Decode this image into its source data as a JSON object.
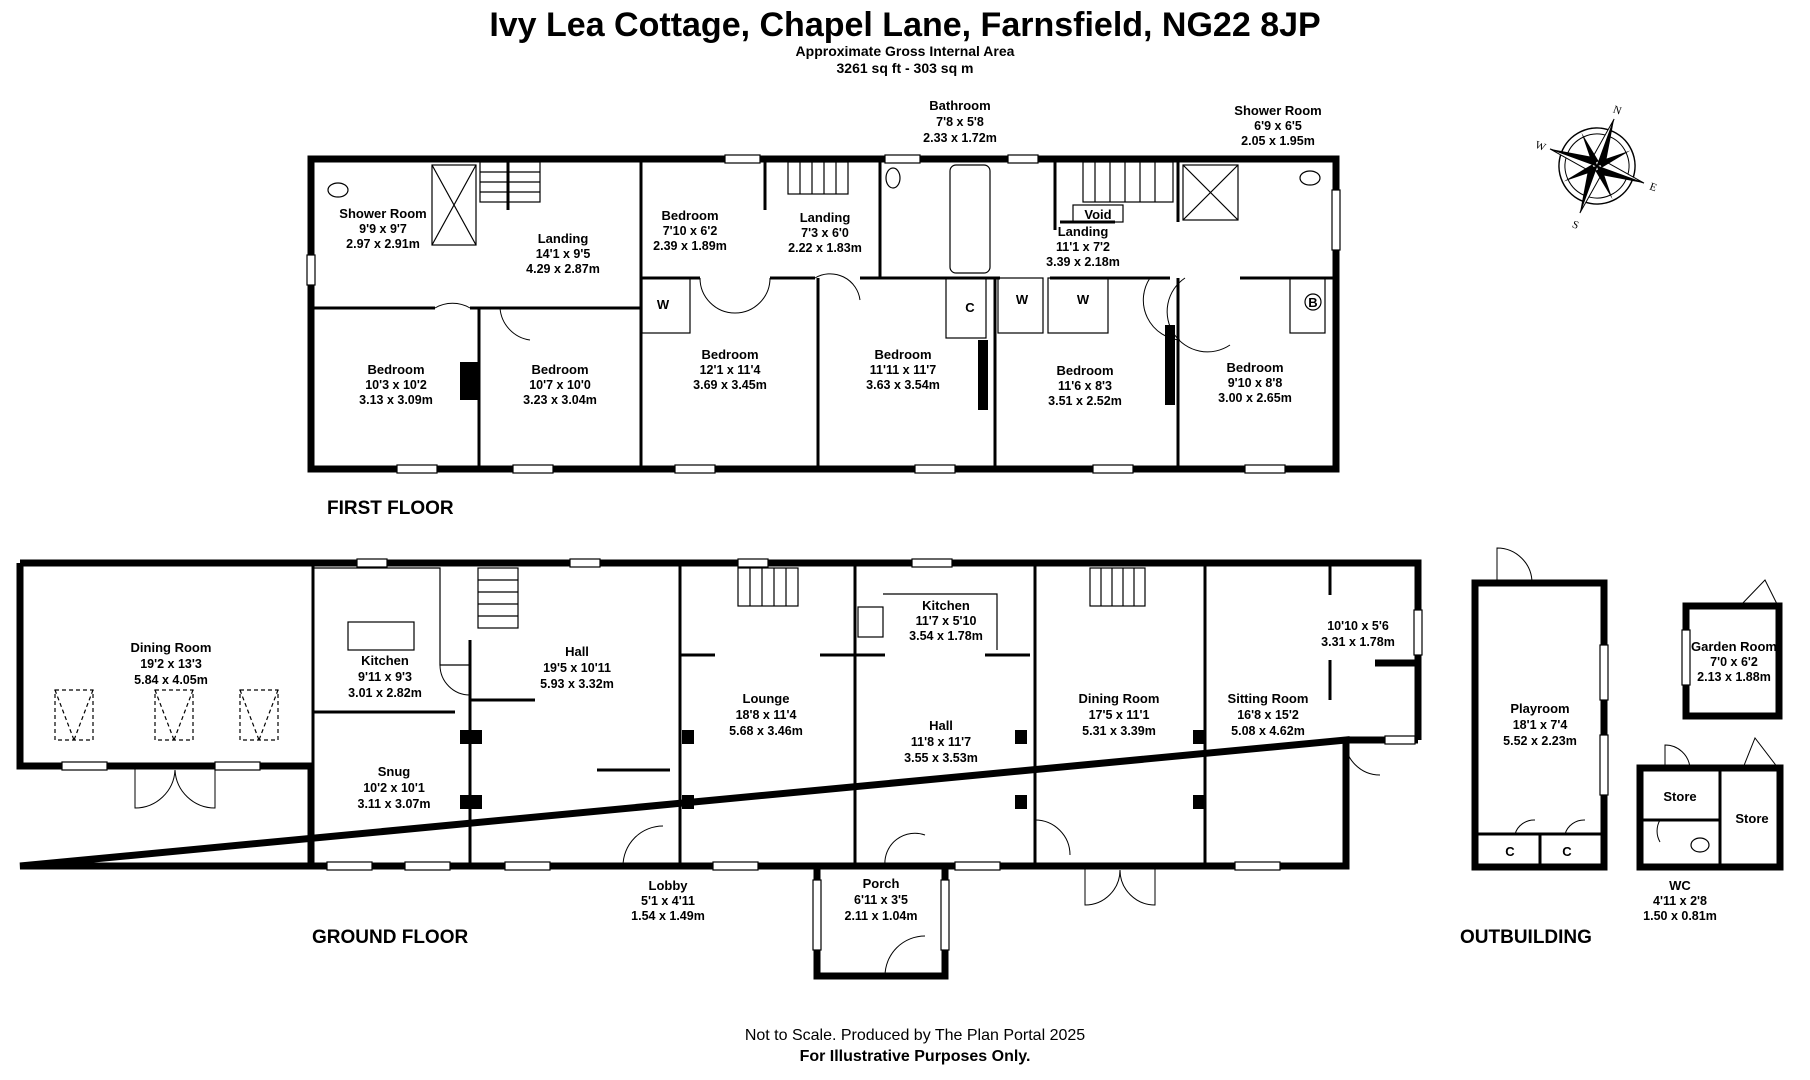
{
  "header": {
    "title": "Ivy Lea Cottage, Chapel Lane, Farnsfield, NG22 8JP",
    "subtitle": "Approximate Gross Internal Area",
    "area": "3261 sq ft - 303 sq m"
  },
  "floors": {
    "first": "FIRST FLOOR",
    "ground": "GROUND FLOOR",
    "outbuilding": "OUTBUILDING"
  },
  "compass": {
    "n": "N",
    "e": "E",
    "s": "S",
    "w": "W"
  },
  "first_floor_rooms": [
    {
      "name": "Shower Room",
      "imperial": "9'9 x 9'7",
      "metric": "2.97 x 2.91m"
    },
    {
      "name": "Landing",
      "imperial": "14'1 x 9'5",
      "metric": "4.29 x 2.87m"
    },
    {
      "name": "Bedroom",
      "imperial": "7'10 x 6'2",
      "metric": "2.39 x 1.89m"
    },
    {
      "name": "Landing",
      "imperial": "7'3 x 6'0",
      "metric": "2.22 x 1.83m"
    },
    {
      "name": "Bathroom",
      "imperial": "7'8 x 5'8",
      "metric": "2.33 x 1.72m"
    },
    {
      "name": "Landing",
      "imperial": "11'1 x 7'2",
      "metric": "3.39 x 2.18m"
    },
    {
      "name": "Shower Room",
      "imperial": "6'9 x 6'5",
      "metric": "2.05 x 1.95m"
    },
    {
      "name": "Bedroom",
      "imperial": "10'3 x 10'2",
      "metric": "3.13 x 3.09m"
    },
    {
      "name": "Bedroom",
      "imperial": "10'7 x 10'0",
      "metric": "3.23 x 3.04m"
    },
    {
      "name": "Bedroom",
      "imperial": "12'1 x 11'4",
      "metric": "3.69 x 3.45m"
    },
    {
      "name": "Bedroom",
      "imperial": "11'11 x 11'7",
      "metric": "3.63 x 3.54m"
    },
    {
      "name": "Bedroom",
      "imperial": "11'6 x 8'3",
      "metric": "3.51 x 2.52m"
    },
    {
      "name": "Bedroom",
      "imperial": "9'10 x 8'8",
      "metric": "3.00 x 2.65m"
    }
  ],
  "ground_floor_rooms": [
    {
      "name": "Dining Room",
      "imperial": "19'2 x 13'3",
      "metric": "5.84 x 4.05m"
    },
    {
      "name": "Kitchen",
      "imperial": "9'11 x 9'3",
      "metric": "3.01 x 2.82m"
    },
    {
      "name": "Snug",
      "imperial": "10'2 x 10'1",
      "metric": "3.11 x 3.07m"
    },
    {
      "name": "Hall",
      "imperial": "19'5 x 10'11",
      "metric": "5.93 x 3.32m"
    },
    {
      "name": "Lounge",
      "imperial": "18'8 x 11'4",
      "metric": "5.68 x 3.46m"
    },
    {
      "name": "Kitchen",
      "imperial": "11'7 x 5'10",
      "metric": "3.54 x 1.78m"
    },
    {
      "name": "Hall",
      "imperial": "11'8 x 11'7",
      "metric": "3.55 x 3.53m"
    },
    {
      "name": "Dining Room",
      "imperial": "17'5 x 11'1",
      "metric": "5.31 x 3.39m"
    },
    {
      "name": "Sitting Room",
      "imperial": "16'8 x 15'2",
      "metric": "5.08 x 4.62m"
    },
    {
      "name": "",
      "imperial": "10'10 x 5'6",
      "metric": "3.31 x 1.78m"
    },
    {
      "name": "Lobby",
      "imperial": "5'1 x 4'11",
      "metric": "1.54 x 1.49m"
    },
    {
      "name": "Porch",
      "imperial": "6'11 x 3'5",
      "metric": "2.11 x 1.04m"
    }
  ],
  "outbuilding_rooms": [
    {
      "name": "Playroom",
      "imperial": "18'1 x 7'4",
      "metric": "5.52 x 2.23m"
    },
    {
      "name": "Garden Room",
      "imperial": "7'0 x 6'2",
      "metric": "2.13 x 1.88m"
    },
    {
      "name": "Store"
    },
    {
      "name": "Store"
    },
    {
      "name": "WC",
      "imperial": "4'11 x 2'8",
      "metric": "1.50 x 0.81m"
    }
  ],
  "labels": {
    "void": "Void",
    "wardrobe": "W",
    "cupboard": "C",
    "boiler": "B"
  },
  "footer": {
    "line1": "Not to Scale. Produced by The Plan Portal 2025",
    "line2": "For Illustrative Purposes Only."
  }
}
